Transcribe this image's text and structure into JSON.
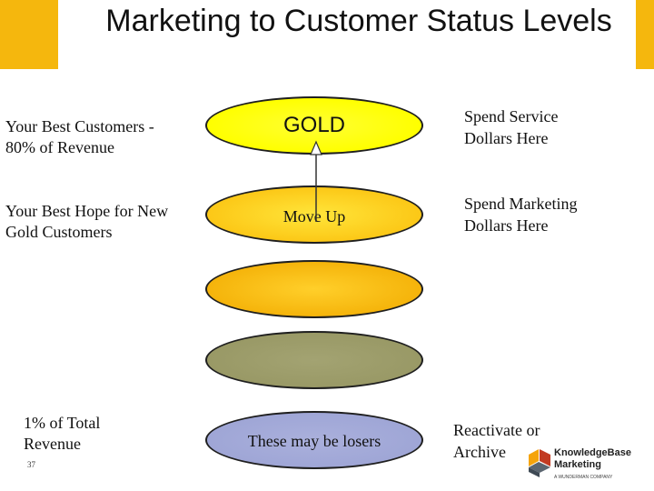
{
  "title": "Marketing to Customer Status Levels",
  "colors": {
    "accent": "#f5b70d",
    "gold": "#ffff00",
    "orange_top": "#fcc817",
    "orange_bottom": "#f5b40b",
    "olive": "#999966",
    "purple": "#9fa6d6"
  },
  "left": {
    "row1": "Your Best Customers - 80% of Revenue",
    "row2": "Your Best Hope for New Gold Customers",
    "row5": "1% of Total Revenue"
  },
  "ellipses": {
    "gold": "GOLD",
    "move_up": "Move Up",
    "losers": "These may be losers"
  },
  "right": {
    "row1": "Spend Service Dollars Here",
    "row2": "Spend Marketing Dollars Here",
    "row5": "Reactivate or Archive"
  },
  "slide_number": "37",
  "logo": {
    "line1": "KnowledgeBase",
    "line2": "Marketing",
    "tagline": "A WUNDERMAN COMPANY",
    "icon": "knowledgebase-cube-logo"
  }
}
